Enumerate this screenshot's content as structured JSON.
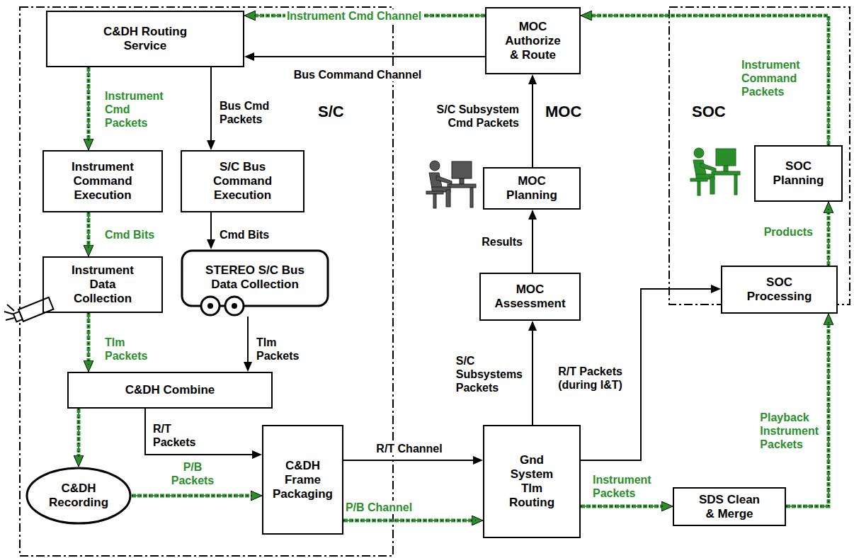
{
  "diagram": {
    "nodes": [
      {
        "text": [
          "C&DH Routing Service"
        ]
      },
      {
        "text": [
          "MOC Authorize & Route"
        ]
      },
      {
        "text": [
          "Instrument Command Execution"
        ]
      },
      {
        "text": [
          "S/C Bus Command Execution"
        ]
      },
      {
        "text": [
          "MOC Planning"
        ]
      },
      {
        "text": [
          "SOC Planning"
        ]
      },
      {
        "text": [
          "Instrument Data Collection"
        ]
      },
      {
        "text": [
          "STEREO S/C Bus Data Collection"
        ]
      },
      {
        "text": [
          "MOC Assessment"
        ]
      },
      {
        "text": [
          "SOC Processing"
        ]
      },
      {
        "text": [
          "C&DH Combine"
        ]
      },
      {
        "text": [
          "C&DH Frame Packaging"
        ]
      },
      {
        "text": [
          "Gnd System Tlm Routing"
        ]
      },
      {
        "text": [
          "C&DH Recording"
        ]
      },
      {
        "text": [
          "SDS Clean & Merge"
        ]
      }
    ],
    "edges": [
      {
        "from": 1,
        "to": 0,
        "label": "Instrument Cmd Channel",
        "arrow": "to"
      },
      {
        "from": 1,
        "to": 0,
        "label": "Bus Command Channel",
        "arrow": "to"
      },
      {
        "from": 0,
        "to": 2,
        "label": "Instrument Cmd Packets",
        "arrow": "to"
      },
      {
        "from": 0,
        "to": 3,
        "label": "Bus Cmd Packets",
        "arrow": "to"
      },
      {
        "from": 4,
        "to": 1,
        "label": "S/C Subsystem Cmd Packets",
        "arrow": "to"
      },
      {
        "from": 5,
        "to": 1,
        "label": "Instrument Command Packets",
        "arrow": "to"
      },
      {
        "from": 2,
        "to": 6,
        "label": "Cmd Bits",
        "arrow": "to"
      },
      {
        "from": 3,
        "to": 7,
        "label": "Cmd Bits",
        "arrow": "to"
      },
      {
        "from": 8,
        "to": 4,
        "label": "Results",
        "arrow": "to"
      },
      {
        "from": 9,
        "to": 5,
        "label": "Products",
        "arrow": "to"
      },
      {
        "from": 6,
        "to": 10,
        "label": "Tlm Packets",
        "arrow": "to"
      },
      {
        "from": 7,
        "to": 10,
        "label": "Tlm Packets",
        "arrow": "to"
      },
      {
        "from": 10,
        "to": 11,
        "label": "R/T Packets",
        "arrow": "to"
      },
      {
        "from": 10,
        "to": 13,
        "arrow": "to"
      },
      {
        "from": 13,
        "to": 11,
        "label": "P/B Packets",
        "arrow": "to"
      },
      {
        "from": 11,
        "to": 12,
        "label": "R/T Channel",
        "arrow": "to"
      },
      {
        "from": 11,
        "to": 12,
        "label": "P/B Channel",
        "arrow": "to"
      },
      {
        "from": 12,
        "to": 8,
        "label": "S/C Subsystems Packets",
        "arrow": "to"
      },
      {
        "from": 12,
        "to": 9,
        "label": "R/T Packets (during I&T)",
        "arrow": "to"
      },
      {
        "from": 12,
        "to": 14,
        "label": "Instrument Packets",
        "arrow": "to"
      },
      {
        "from": 14,
        "to": 9,
        "label": "Playback Instrument Packets",
        "arrow": "to"
      }
    ],
    "labels": [
      "S/C",
      "MOC",
      "SOC"
    ]
  }
}
